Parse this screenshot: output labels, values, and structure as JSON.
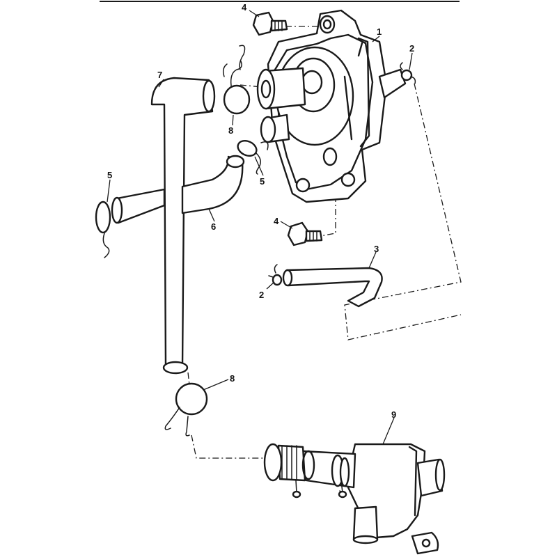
{
  "callouts": {
    "c1": "1",
    "c2a": "2",
    "c2b": "2",
    "c3": "3",
    "c4a": "4",
    "c4b": "4",
    "c5a": "5",
    "c5b": "5",
    "c6": "6",
    "c7": "7",
    "c8a": "8",
    "c8b": "8",
    "c9": "9"
  }
}
